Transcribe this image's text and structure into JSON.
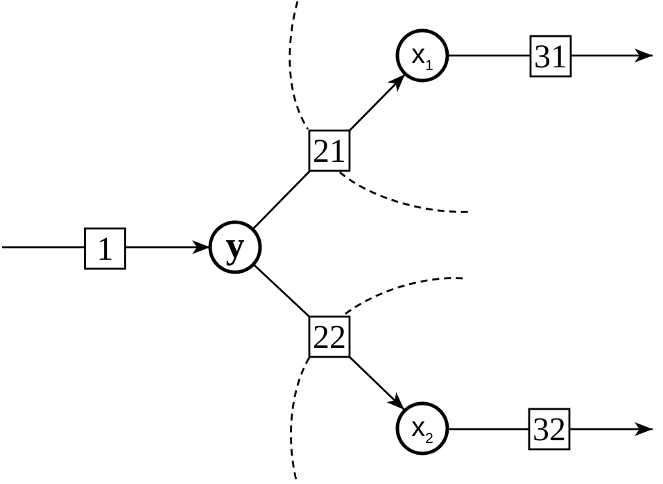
{
  "diagram": {
    "type": "factor-graph",
    "colors": {
      "stroke": "#000000",
      "background": "#ffffff",
      "node_fill": "#ffffff"
    },
    "nodes": {
      "y": {
        "label": "y"
      },
      "x1": {
        "label": "x",
        "subscript": "1"
      },
      "x2": {
        "label": "x",
        "subscript": "2"
      }
    },
    "factors": {
      "f1": {
        "label": "1"
      },
      "f21": {
        "label": "21"
      },
      "f22": {
        "label": "22"
      },
      "f31": {
        "label": "31"
      },
      "f32": {
        "label": "32"
      }
    },
    "edges": [
      {
        "from": "input",
        "via": "f1",
        "to": "y",
        "arrow": true
      },
      {
        "from": "y",
        "via": "f21",
        "to": "x1",
        "arrow": true
      },
      {
        "from": "y",
        "via": "f22",
        "to": "x2",
        "arrow": true
      },
      {
        "from": "x1",
        "via": "f31",
        "to": "output",
        "arrow": true
      },
      {
        "from": "x2",
        "via": "f32",
        "to": "output",
        "arrow": true
      }
    ],
    "dashed_boundaries": [
      {
        "around": "f21"
      },
      {
        "around": "f22"
      }
    ]
  }
}
